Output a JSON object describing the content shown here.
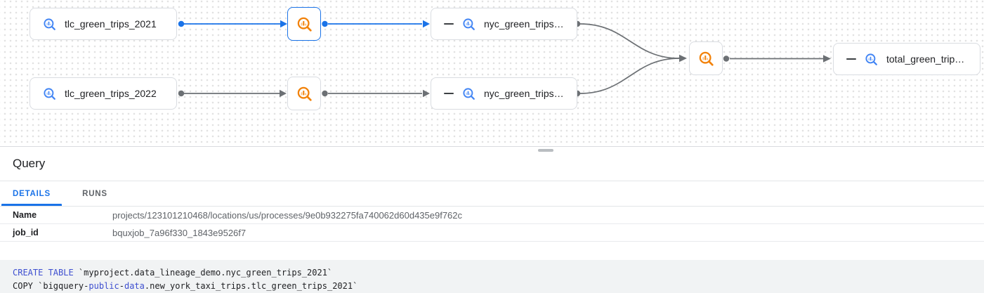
{
  "theme": {
    "accent": "#1a73e8",
    "edge-gray": "#6c7074",
    "icon-blue": "#4285f4",
    "icon-orange": "#f2820a",
    "keyword": "#3e4fd0",
    "code-bg": "#f1f3f4"
  },
  "graph": {
    "nodes": [
      {
        "id": "tlc_green_trips_2021",
        "type": "table",
        "label": "tlc_green_trips_2021"
      },
      {
        "id": "process-1",
        "type": "process",
        "selected": true
      },
      {
        "id": "nyc_green_trips_2021",
        "type": "table",
        "label": "nyc_green_trips…",
        "collapsed": true
      },
      {
        "id": "tlc_green_trips_2022",
        "type": "table",
        "label": "tlc_green_trips_2022"
      },
      {
        "id": "process-2",
        "type": "process",
        "selected": false
      },
      {
        "id": "nyc_green_trips_2022",
        "type": "table",
        "label": "nyc_green_trips…",
        "collapsed": true
      },
      {
        "id": "process-3",
        "type": "process",
        "selected": false
      },
      {
        "id": "total_green_trips",
        "type": "table",
        "label": "total_green_trip…",
        "collapsed": true
      }
    ],
    "edges": [
      {
        "from": "tlc_green_trips_2021",
        "to": "process-1",
        "highlighted": true
      },
      {
        "from": "process-1",
        "to": "nyc_green_trips_2021",
        "highlighted": true
      },
      {
        "from": "tlc_green_trips_2022",
        "to": "process-2",
        "highlighted": false
      },
      {
        "from": "process-2",
        "to": "nyc_green_trips_2022",
        "highlighted": false
      },
      {
        "from": "nyc_green_trips_2021",
        "to": "process-3",
        "highlighted": false
      },
      {
        "from": "nyc_green_trips_2022",
        "to": "process-3",
        "highlighted": false
      },
      {
        "from": "process-3",
        "to": "total_green_trips",
        "highlighted": false
      }
    ]
  },
  "panel": {
    "title": "Query",
    "tabs": [
      {
        "label": "DETAILS",
        "active": true
      },
      {
        "label": "RUNS",
        "active": false
      }
    ],
    "details_rows": [
      {
        "key": "Name",
        "value": "projects/123101210468/locations/us/processes/9e0b932275fa740062d60d435e9f762c"
      },
      {
        "key": "job_id",
        "value": "bquxjob_7a96f330_1843e9526f7"
      }
    ]
  },
  "code": {
    "lines": [
      {
        "segments": [
          {
            "text": "CREATE TABLE",
            "type": "keyword"
          },
          {
            "text": " `myproject.data_lineage_demo.nyc_green_trips_2021`",
            "type": "plain"
          }
        ]
      },
      {
        "segments": [
          {
            "text": "COPY `bigquery",
            "type": "plain"
          },
          {
            "text": "-",
            "type": "plain"
          },
          {
            "text": "public",
            "type": "keyword"
          },
          {
            "text": "-",
            "type": "plain"
          },
          {
            "text": "data",
            "type": "keyword"
          },
          {
            "text": ".new_york_taxi_trips.tlc_green_trips_2021`",
            "type": "plain"
          }
        ]
      }
    ]
  }
}
